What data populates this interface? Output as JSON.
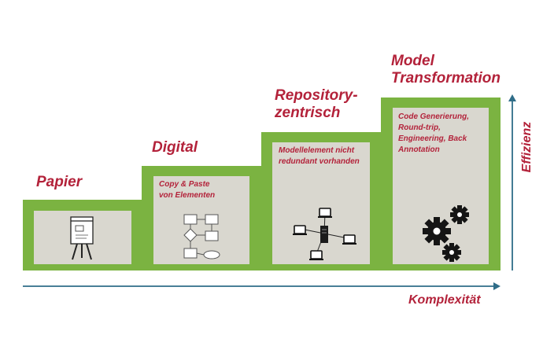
{
  "stages": [
    {
      "title": "Papier",
      "description": ""
    },
    {
      "title": "Digital",
      "description": "Copy & Paste von Elementen"
    },
    {
      "title": "Repository-\nzentrisch",
      "description": "Modellelement nicht redundant vorhanden"
    },
    {
      "title": "Model\nTransformation",
      "description": "Code Generierung, Round-trip, Engineering, Back Annotation"
    }
  ],
  "axes": {
    "x_label": "Komplexität",
    "y_label": "Effizienz"
  },
  "colors": {
    "green": "#7bb341",
    "panel": "#d9d7cf",
    "title_red": "#b3223a",
    "axis_blue": "#2f6d88"
  },
  "icons": [
    "flipchart-icon",
    "flowchart-icon",
    "network-server-icon",
    "gears-icon"
  ]
}
